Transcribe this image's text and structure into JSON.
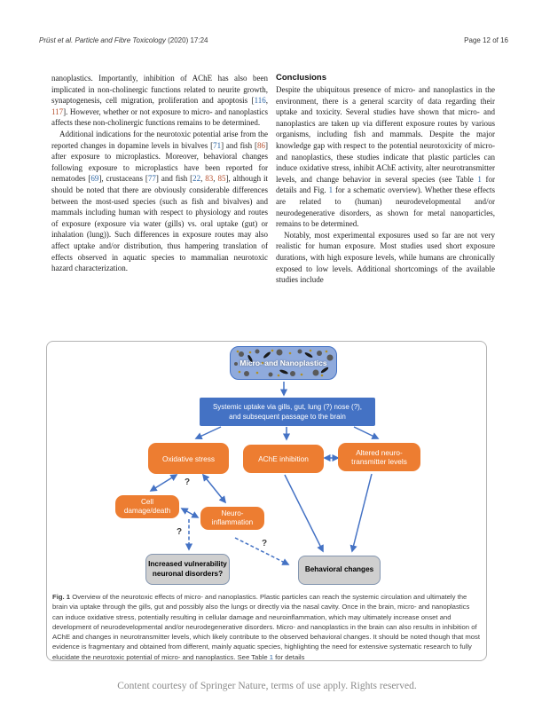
{
  "header": {
    "citation_italic": "Prüst et al. Particle and Fibre Toxicology",
    "citation_rest": " (2020) 17:24",
    "page": "Page 12 of 16"
  },
  "article": {
    "left": {
      "para1": [
        {
          "t": "nanoplastics. Importantly, inhibition of AChE has also been implicated in non-cholinergic functions related to neurite growth, synaptogenesis, cell migration, proliferation and apoptosis ["
        },
        {
          "t": "116",
          "c": "blue"
        },
        {
          "t": ", "
        },
        {
          "t": "117",
          "c": "red"
        },
        {
          "t": "]. However, whether or not exposure to micro- and nanoplastics affects these non-cholinergic functions remains to be determined."
        }
      ],
      "para2": [
        {
          "t": "Additional indications for the neurotoxic potential arise from the reported changes in dopamine levels in bivalves ["
        },
        {
          "t": "71",
          "c": "blue"
        },
        {
          "t": "] and fish ["
        },
        {
          "t": "86",
          "c": "red"
        },
        {
          "t": "] after exposure to microplastics. Moreover, behavioral changes following exposure to microplastics have been reported for nematodes ["
        },
        {
          "t": "69",
          "c": "blue"
        },
        {
          "t": "], crustaceans ["
        },
        {
          "t": "77",
          "c": "blue"
        },
        {
          "t": "] and fish ["
        },
        {
          "t": "22",
          "c": "blue"
        },
        {
          "t": ", "
        },
        {
          "t": "83",
          "c": "red"
        },
        {
          "t": ", "
        },
        {
          "t": "85",
          "c": "red"
        },
        {
          "t": "], although it should be noted that there are obviously considerable differences between the most-used species (such as fish and bivalves) and mammals including human with respect to physiology and routes of exposure (exposure via water (gills) vs. oral uptake (gut) or inhalation (lung)). Such differences in exposure routes may also affect uptake and/or distribution, thus hampering translation of effects observed in aquatic species to mammalian neurotoxic hazard characterization."
        }
      ]
    },
    "right": {
      "heading": "Conclusions",
      "para1": [
        {
          "t": "Despite the ubiquitous presence of micro- and nanoplastics in the environment, there is a general scarcity of data regarding their uptake and toxicity. Several studies have shown that micro- and nanoplastics are taken up via different exposure routes by various organisms, including fish and mammals. Despite the major knowledge gap with respect to the potential neurotoxicity of micro- and nanoplastics, these studies indicate that plastic particles can induce oxidative stress, inhibit AChE activity, alter neurotransmitter levels, and change behavior in several species (see Table "
        },
        {
          "t": "1",
          "c": "blue"
        },
        {
          "t": " for details and Fig. "
        },
        {
          "t": "1",
          "c": "blue"
        },
        {
          "t": " for a schematic overview). Whether these effects are related to (human) neurodevelopmental and/or neurodegenerative disorders, as shown for metal nanoparticles, remains to be determined."
        }
      ],
      "para2": [
        {
          "t": "Notably, most experimental exposures used so far are not very realistic for human exposure. Most studies used short exposure durations, with high exposure levels, while humans are chronically exposed to low levels. Additional shortcomings of the available studies include"
        }
      ]
    }
  },
  "figure": {
    "colors": {
      "box_orange": "#ED7D31",
      "box_blue": "#4472C4",
      "box_light_blue": "#8FAADC",
      "box_gray": "#CFCFCF",
      "arrow_blue": "#4472C4"
    },
    "nodes": {
      "source": "Micro- and Nanoplastics",
      "uptake_line1": "Systemic uptake via gills, gut, lung (?) nose (?),",
      "uptake_line2": "and subsequent passage to the brain",
      "oxidative": "Oxidative stress",
      "ache": "AChE inhibition",
      "neurotransmitter": "Altered neuro-transmitter levels",
      "cell": "Cell damage/death",
      "neuroinflammation": "Neuro-inflammation",
      "vulnerability": "Increased vulnerability neuronal disorders?",
      "behavior": "Behavioral changes"
    },
    "question_marks": [
      "?",
      "?",
      "?"
    ],
    "caption": [
      {
        "t": "Fig. 1",
        "c": "bold"
      },
      {
        "t": " Overview of the neurotoxic effects of micro- and nanoplastics. Plastic particles can reach the systemic circulation and ultimately the brain via uptake through the gills, gut and possibly also the lungs or directly via the nasal cavity. Once in the brain, micro- and nanoplastics can induce oxidative stress, potentially resulting in cellular damage and neuroinflammation, which may ultimately increase onset and development of neurodevelopmental and/or neurodegenerative disorders. Micro- and nanoplastics in the brain can also results in inhibition of AChE and changes in neurotransmitter levels, which likely contribute to the observed behavioral changes. It should be noted though that most evidence is fragmentary and obtained from different, mainly aquatic species, highlighting the need for extensive systematic research to fully elucidate the neurotoxic potential of micro- and nanoplastics. See Table "
      },
      {
        "t": "1",
        "c": "blue"
      },
      {
        "t": " for details"
      }
    ]
  },
  "footer": {
    "notice": "Content courtesy of Springer Nature, terms of use apply. Rights reserved."
  }
}
